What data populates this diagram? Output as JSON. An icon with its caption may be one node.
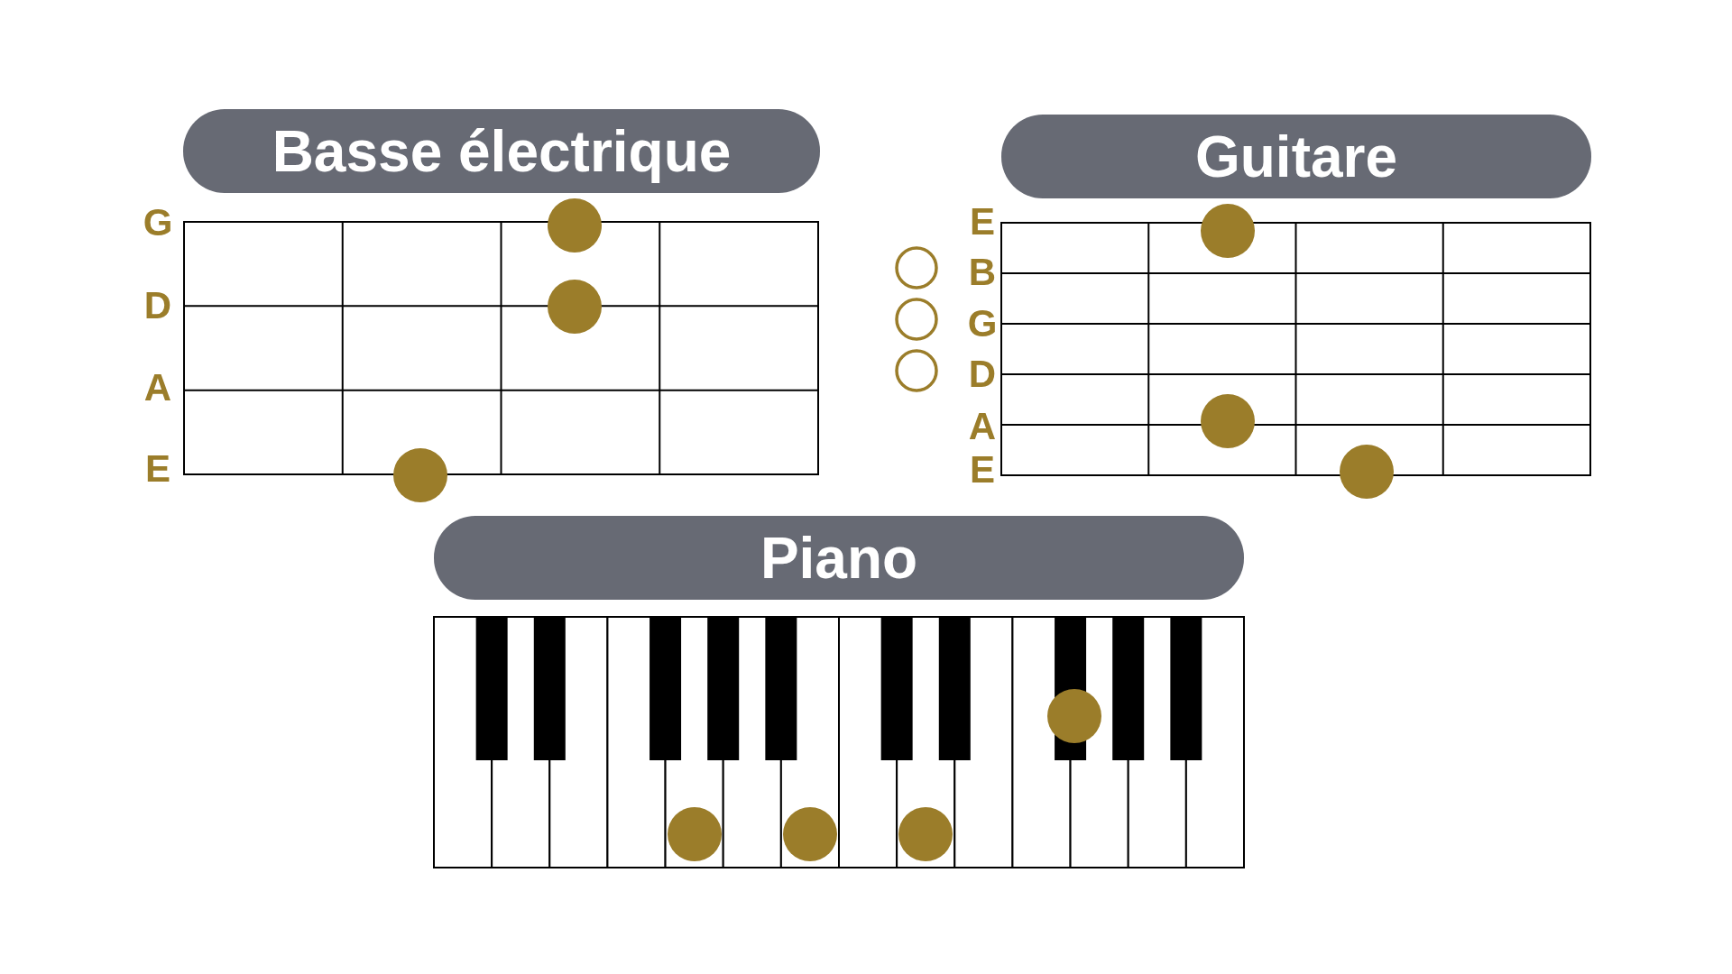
{
  "diagram": {
    "nodes": [
      {
        "text": [
          "Basse électrique"
        ]
      },
      {
        "text": [
          "Guitare"
        ]
      },
      {
        "text": [
          "Piano"
        ]
      }
    ],
    "labels": [
      "G",
      "D",
      "A",
      "E",
      "E",
      "B",
      "G",
      "D",
      "A",
      "E"
    ]
  }
}
